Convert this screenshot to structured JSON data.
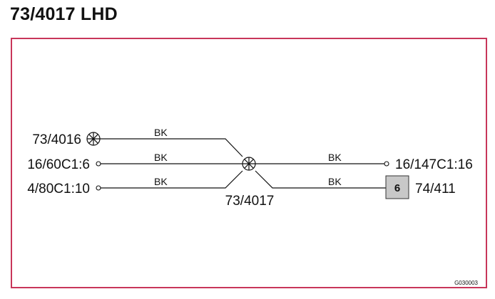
{
  "page_title": "73/4017 LHD",
  "connectors": {
    "left_top": "73/4016",
    "left_middle": "16/60C1:6",
    "left_bottom": "4/80C1:10",
    "center": "73/4017",
    "right_top": "16/147C1:16",
    "right_bottom": "74/411",
    "right_bottom_pin": "6"
  },
  "wires": {
    "left_top_color": "BK",
    "left_middle_color": "BK",
    "left_bottom_color": "BK",
    "right_top_color": "BK",
    "right_bottom_color": "BK"
  },
  "reference_code": "G030003",
  "colors": {
    "frame": "#c8365a",
    "box_fill": "#c8c8c8"
  }
}
